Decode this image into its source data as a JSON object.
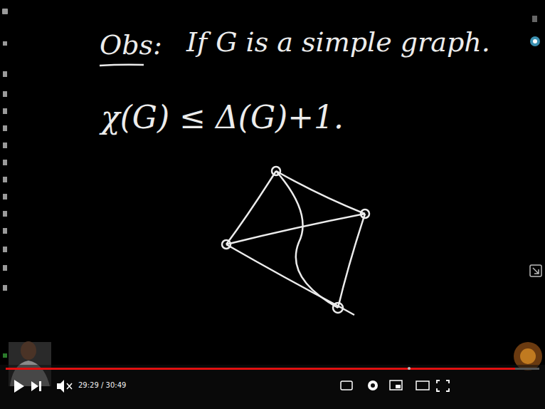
{
  "diagram": {
    "labels": [
      "Obs:",
      "If G is a simple graph.",
      "χ(G) ≤ Δ(G)+1.",
      "29:29 / 30:49"
    ]
  }
}
